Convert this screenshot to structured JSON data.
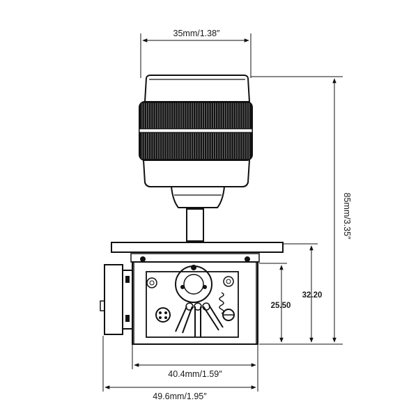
{
  "drawing": {
    "dimensions": {
      "top_width": "35mm/1.38″",
      "total_height": "85mm/3.35″",
      "base_height": "32.20",
      "body_height": "25.50",
      "body_width": "40.4mm/1.59″",
      "total_width": "49.6mm/1.95″"
    },
    "colors": {
      "line": "#111111",
      "knurl_dark": "#141414",
      "background": "#ffffff"
    }
  }
}
